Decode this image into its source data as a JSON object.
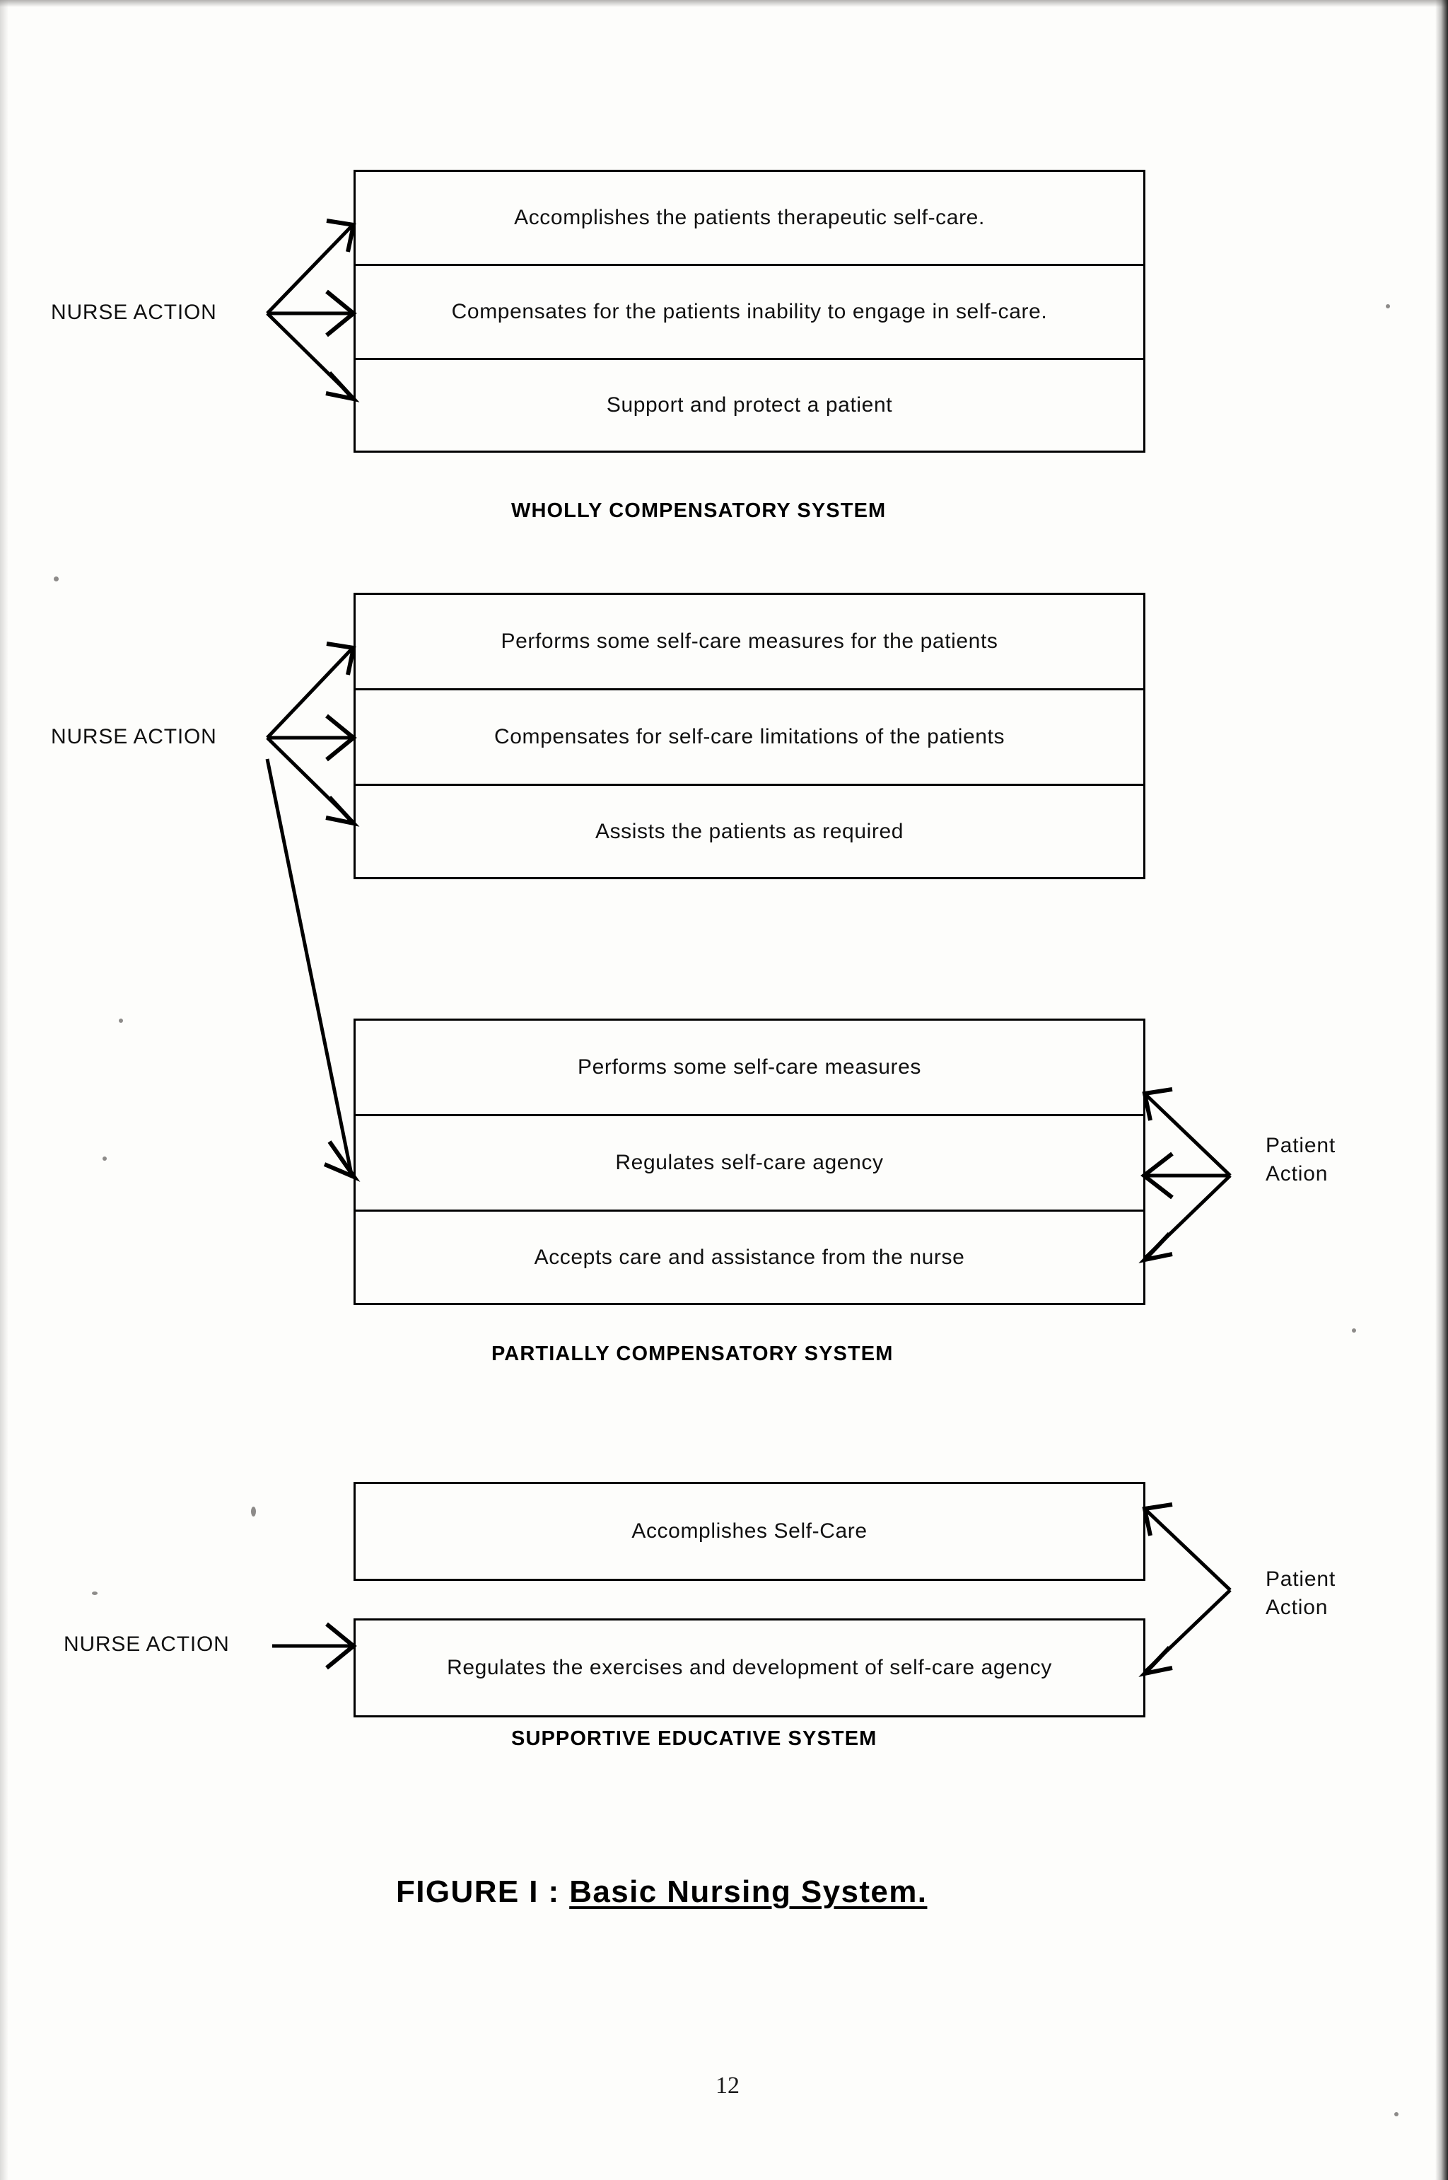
{
  "page": {
    "number": "12",
    "figure_title_prefix": "FIGURE I : ",
    "figure_title_underlined": "Basic Nursing System."
  },
  "diagram": {
    "type": "flow-diagram",
    "title": "FIGURE I : Basic Nursing System.",
    "sections": [
      {
        "id": "wholly-compensatory",
        "caption": "WHOLLY COMPENSATORY SYSTEM",
        "left_label": "NURSE ACTION",
        "right_label": null,
        "left_connector": "three-branch-fan",
        "right_connector": null,
        "rows": [
          "Accomplishes the patients therapeutic self-care.",
          "Compensates for the patients inability to engage in self-care.",
          "Support and protect a patient"
        ]
      },
      {
        "id": "partially-compensatory-nurse",
        "caption": null,
        "left_label": "NURSE ACTION",
        "right_label": null,
        "left_connector": "four-branch-fan",
        "right_connector": null,
        "rows": [
          "Performs some self-care measures for the patients",
          "Compensates for self-care limitations of the patients",
          "Assists the patients as required"
        ]
      },
      {
        "id": "partially-compensatory-patient",
        "caption": "PARTIALLY COMPENSATORY SYSTEM",
        "left_label": null,
        "right_label": "Patient Action",
        "right_label_line1": "Patient",
        "right_label_line2": "Action",
        "left_connector": "incoming-diagonal-from-nurse-action",
        "right_connector": "three-branch-fan",
        "rows": [
          "Performs some self-care measures",
          "Regulates self-care agency",
          "Accepts care and assistance from the nurse"
        ]
      },
      {
        "id": "supportive-educative",
        "caption": "SUPPORTIVE EDUCATIVE SYSTEM",
        "left_label": "NURSE ACTION",
        "right_label": "Patient Action",
        "right_label_line1": "Patient",
        "right_label_line2": "Action",
        "left_connector": "single-straight-arrow",
        "right_connector": "two-branch-fan",
        "rows": [
          "Accomplishes Self-Care",
          "Regulates the exercises and development of self-care agency"
        ]
      }
    ]
  }
}
